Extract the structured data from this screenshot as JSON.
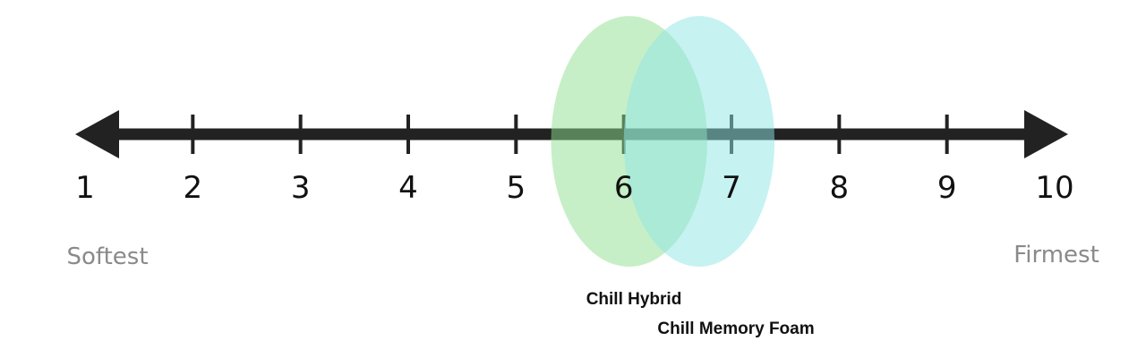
{
  "chart_data": {
    "type": "scale",
    "title": "",
    "xlim": [
      1,
      10
    ],
    "ticks": [
      1,
      2,
      3,
      4,
      5,
      6,
      7,
      8,
      9,
      10
    ],
    "tick_labels": [
      "1",
      "2",
      "3",
      "4",
      "5",
      "6",
      "7",
      "8",
      "9",
      "10"
    ],
    "min_label": "Softest",
    "max_label": "Firmest",
    "series": [
      {
        "name": "Chill Hybrid",
        "center": 6.05,
        "range": [
          5.35,
          6.8
        ],
        "color": "#90e090"
      },
      {
        "name": "Chill Memory Foam",
        "center": 6.7,
        "range": [
          6.05,
          7.45
        ],
        "color": "#8ee6e6"
      }
    ]
  }
}
